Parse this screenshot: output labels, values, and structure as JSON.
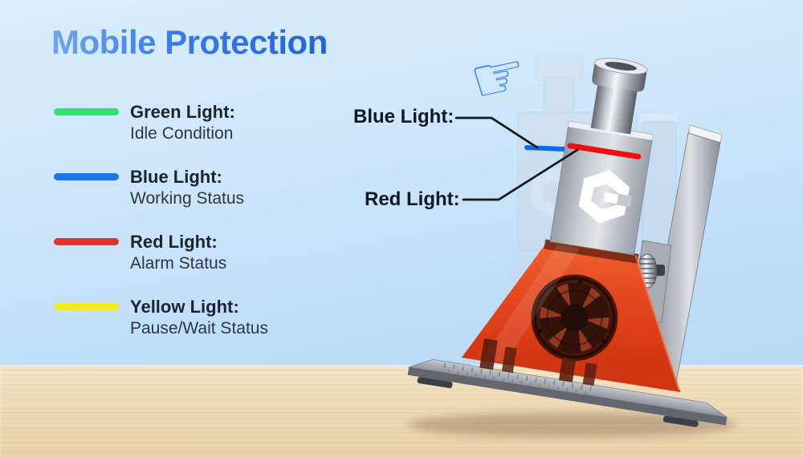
{
  "header": {
    "title": "Mobile Protection"
  },
  "legend": {
    "items": [
      {
        "label": "Green Light:",
        "description": "Idle Condition",
        "color": "#2ce36f"
      },
      {
        "label": "Blue Light:",
        "description": "Working Status",
        "color": "#1d73e8"
      },
      {
        "label": "Red Light:",
        "description": "Alarm Status",
        "color": "#e5332e"
      },
      {
        "label": "Yellow Light:",
        "description": "Pause/Wait Status",
        "color": "#f3ea26"
      }
    ]
  },
  "callouts": {
    "blue": {
      "label": "Blue Light:"
    },
    "red": {
      "label": "Red Light:"
    }
  },
  "device": {
    "logo_letter": "G",
    "indicator_colors": {
      "blue": "#0f6ce8",
      "red": "#ee0f0f"
    }
  },
  "icons": {
    "pointing_hand_glyph": "☞"
  },
  "colors": {
    "title_gradient_start": "#70a6f4",
    "title_gradient_end": "#2363d6",
    "background_sky": "#cde6fb",
    "table_wood": "#eed9b4",
    "callout_line": "#14181d"
  }
}
